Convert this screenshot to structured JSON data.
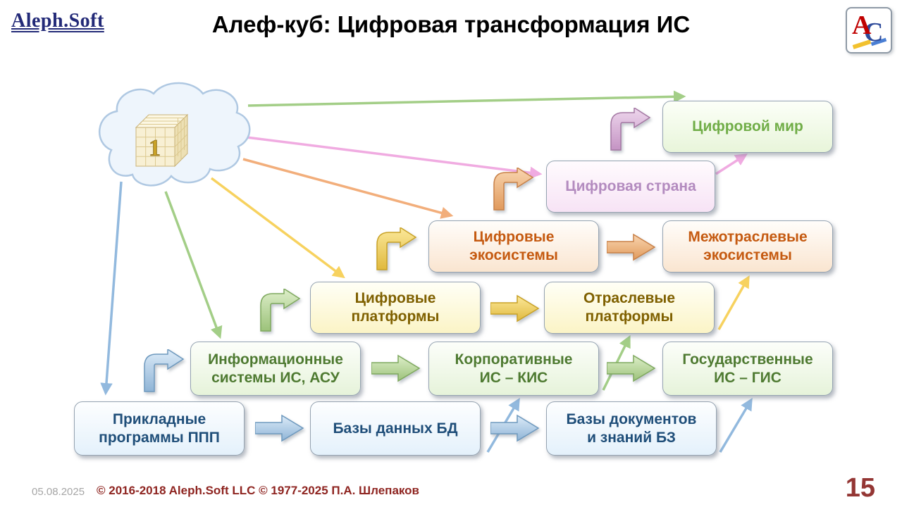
{
  "slide": {
    "logo_text": "Aleph.Soft",
    "title": "Алеф-куб: Цифровая трансформация ИС",
    "badge": {
      "letter_a": "А",
      "letter_c": "С"
    },
    "cloud_cube_label": "1"
  },
  "boxes": [
    {
      "label": "Прикладные\nпрограммы ППП",
      "tier": "blue"
    },
    {
      "label": "Базы данных БД",
      "tier": "blue"
    },
    {
      "label": "Базы документов\nи знаний БЗ",
      "tier": "blue"
    },
    {
      "label": "Информационные\nсистемы ИС, АСУ",
      "tier": "green"
    },
    {
      "label": "Корпоративные\nИС – КИС",
      "tier": "green"
    },
    {
      "label": "Государственные\nИС – ГИС",
      "tier": "green"
    },
    {
      "label": "Цифровые\nплатформы",
      "tier": "yellow"
    },
    {
      "label": "Отраслевые\nплатформы",
      "tier": "yellow"
    },
    {
      "label": "Цифровые\nэкосистемы",
      "tier": "orange"
    },
    {
      "label": "Межотраслевые\nэкосистемы",
      "tier": "orange"
    },
    {
      "label": "Цифровая страна",
      "tier": "pink"
    },
    {
      "label": "Цифровой мир",
      "tier": "mint"
    }
  ],
  "footer": {
    "date": "05.08.2025",
    "copyright": "© 2016-2018 Aleph.Soft LLC © 1977-2025 П.А. Шлепаков",
    "page_number": "15"
  },
  "palette": {
    "blue_line": "#92b9de",
    "green_line": "#a3ce87",
    "yellow_line": "#f7d25f",
    "orange_line": "#f2ae7b",
    "pink_line": "#f0abe1",
    "tier_blue_text": "#1f4e79",
    "tier_green_text": "#4e7a31",
    "tier_yellow_text": "#7f6000",
    "tier_orange_text": "#c55a11",
    "tier_pink_text": "#b38bbf",
    "tier_mint_text": "#70ad47",
    "footer_red": "#943634"
  }
}
